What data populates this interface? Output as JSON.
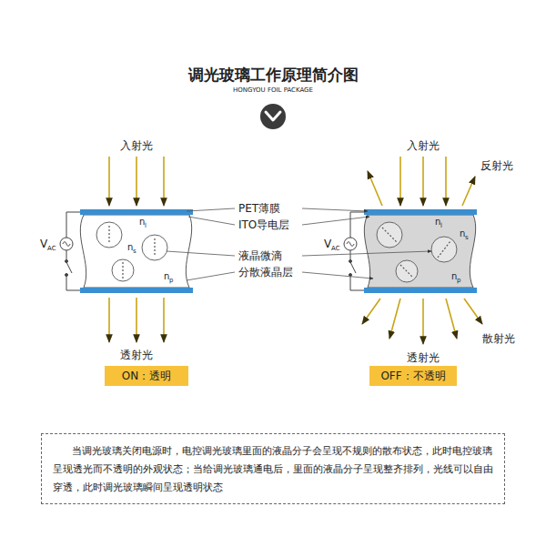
{
  "diagram": {
    "title": "调光玻璃工作原理简介图",
    "nodes": [
      {
        "text": [
          "ON：透明"
        ]
      },
      {
        "text": [
          "OFF：不透明"
        ]
      },
      {
        "text": [
          "当调光玻璃关闭电源时，电控调光玻璃里面的液晶分子会呈现不规则的散布状态，此时电控玻璃呈现透光而不透明的外观状态；当给调光玻璃通电后，里面的液晶分子呈现整齐排列，光线可以自由穿透，此时调光玻璃瞬间呈现透明状态"
        ]
      }
    ],
    "labels": [
      "HONGYOU FOIL PACKAGE",
      "入射光",
      "入射光",
      "反射光",
      "PET薄膜",
      "ITO导电层",
      "液晶微滴",
      "分散液晶层",
      "V",
      "AC",
      "n",
      "l",
      "n",
      "s",
      "n",
      "p",
      "V",
      "AC",
      "n",
      "l",
      "n",
      "s",
      "n",
      "p",
      "透射光",
      "透射光",
      "散射光"
    ]
  }
}
